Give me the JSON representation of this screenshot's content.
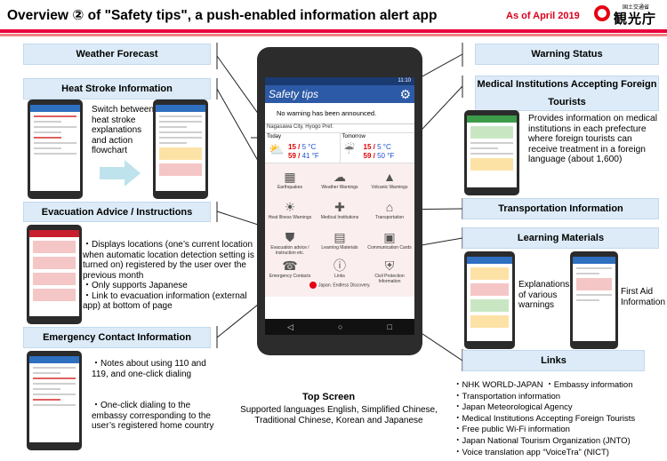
{
  "header": {
    "title": "Overview ② of \"Safety tips\", a push-enabled information alert app",
    "as_of": "As of April 2019",
    "logo_small": "国土交通省",
    "logo_big": "観光庁"
  },
  "sections": {
    "weather": "Weather Forecast",
    "heat": "Heat Stroke Information",
    "evacuation": "Evacuation Advice / Instructions",
    "emergency": "Emergency Contact Information",
    "warning": "Warning Status",
    "medical": "Medical Institutions Accepting Foreign Tourists",
    "transport": "Transportation Information",
    "learning": "Learning Materials",
    "links": "Links"
  },
  "heat_text": "Switch between heat stroke explanations and action flowchart",
  "evac_text": [
    "・Displays locations (one’s current location when automatic location detection setting is turned on) registered by the user over the previous month",
    "・Only supports Japanese",
    "・Link to evacuation information (external app) at bottom of page"
  ],
  "emerg_text": [
    "・Notes about using 110 and 119, and one-click dialing",
    "・One-click dialing to the embassy corresponding to the user’s registered home country"
  ],
  "medical_text": "Provides information on medical institutions in each prefecture where foreign tourists can receive treatment in a foreign language (about 1,600)",
  "learning_left": "Explanations of various warnings",
  "learning_right": "First Aid Information",
  "links_list": [
    "・NHK WORLD-JAPAN  ・Embassy information",
    "・Transportation information",
    "・Japan Meteorological Agency",
    "・Medical Institutions Accepting Foreign Tourists",
    "・Free public Wi-Fi information",
    "・Japan National Tourism Organization (JNTO)",
    "・Voice translation app “VoiceTra” (NICT)"
  ],
  "phone": {
    "time": "11:10",
    "app_title": "Safety tips",
    "warning_msg": "No warning has been announced.",
    "location": "Nagasawa City, Hyogo Pref.",
    "today_label": "Today",
    "tomorrow_label": "Tomorrow",
    "today_hi": "15 / ",
    "today_hi_f": "5 °C",
    "today_lo": "59 / ",
    "today_lo_f": "41 °F",
    "tom_hi": "15 / ",
    "tom_hi_f": "5 °C",
    "tom_lo": "59 / ",
    "tom_lo_f": "50 °F",
    "menu": [
      "Earthquakes",
      "Weather Warnings",
      "Volcanic Warnings",
      "Heat Illness Warnings",
      "Medical Institutions",
      "Transportation",
      "Evacuation advice / instruction etc.",
      "Learning Materials",
      "Communication Cards",
      "Emergency Contacts",
      "Links",
      "Civil Protection Information"
    ],
    "brand": "Japan. Endless Discovery."
  },
  "top_screen": "Top Screen",
  "languages": "Supported languages English, Simplified Chinese, Traditional Chinese, Korean and Japanese",
  "icons": [
    "gear-icon",
    "cloud-sun-icon",
    "back-icon",
    "home-icon",
    "recent-icon",
    "arrow-right-icon"
  ],
  "colors": {
    "accent_red": "#e8003d",
    "label_bg": "#dcebf7",
    "app_blue": "#2d5aa6"
  }
}
